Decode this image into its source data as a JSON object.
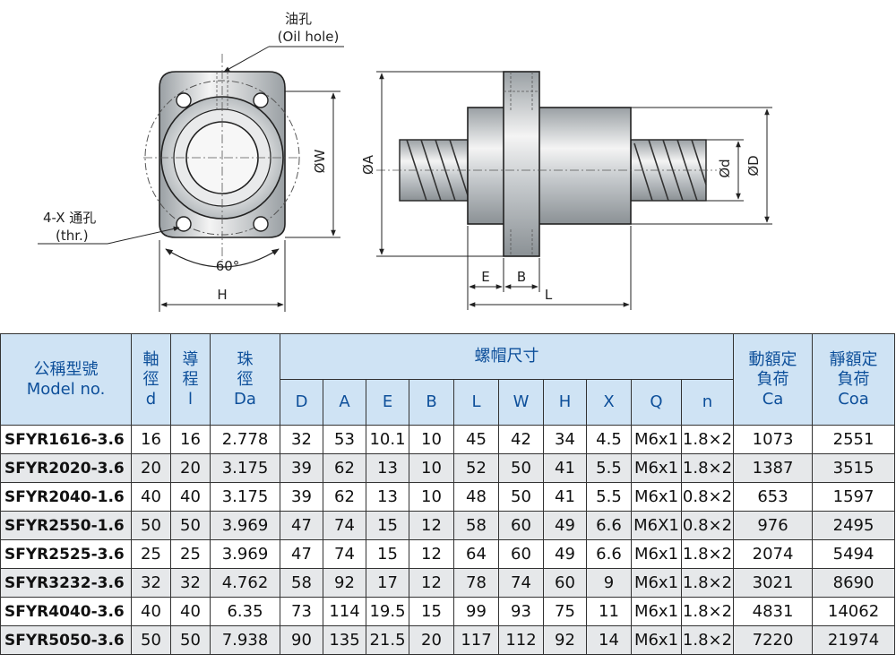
{
  "drawing": {
    "oil_hole_cn": "油孔",
    "oil_hole_en": "(Oil hole)",
    "thr_hole_cn": "4-X 通孔",
    "thr_hole_en": "(thr.)",
    "angle": "60°",
    "dim_W": "ØW",
    "dim_H": "H",
    "dim_A": "ØA",
    "dim_d": "Ød",
    "dim_D": "ØD",
    "dim_E": "E",
    "dim_B": "B",
    "dim_L": "L"
  },
  "table": {
    "header": {
      "model_cn": "公稱型號",
      "model_en": "Model no.",
      "shaft_cn1": "軸",
      "shaft_cn2": "徑",
      "shaft_sym": "d",
      "lead_cn1": "導",
      "lead_cn2": "程",
      "lead_sym": "l",
      "ball_cn1": "珠",
      "ball_cn2": "徑",
      "ball_sym": "Da",
      "nut_dims": "螺帽尺寸",
      "sub_cols": [
        "D",
        "A",
        "E",
        "B",
        "L",
        "W",
        "H",
        "X",
        "Q",
        "n"
      ],
      "dyn_cn1": "動額定",
      "dyn_cn2": "負荷",
      "dyn_sym": "Ca",
      "stat_cn1": "靜額定",
      "stat_cn2": "負荷",
      "stat_sym": "Coa"
    },
    "rows": [
      [
        "SFYR1616-3.6",
        "16",
        "16",
        "2.778",
        "32",
        "53",
        "10.1",
        "10",
        "45",
        "42",
        "34",
        "4.5",
        "M6x1",
        "1.8×2",
        "1073",
        "2551"
      ],
      [
        "SFYR2020-3.6",
        "20",
        "20",
        "3.175",
        "39",
        "62",
        "13",
        "10",
        "52",
        "50",
        "41",
        "5.5",
        "M6x1",
        "1.8×2",
        "1387",
        "3515"
      ],
      [
        "SFYR2040-1.6",
        "40",
        "40",
        "3.175",
        "39",
        "62",
        "13",
        "10",
        "48",
        "50",
        "41",
        "5.5",
        "M6x1",
        "0.8×2",
        "653",
        "1597"
      ],
      [
        "SFYR2550-1.6",
        "50",
        "50",
        "3.969",
        "47",
        "74",
        "15",
        "12",
        "58",
        "60",
        "49",
        "6.6",
        "M6X1",
        "0.8×2",
        "976",
        "2495"
      ],
      [
        "SFYR2525-3.6",
        "25",
        "25",
        "3.969",
        "47",
        "74",
        "15",
        "12",
        "64",
        "60",
        "49",
        "6.6",
        "M6x1",
        "1.8×2",
        "2074",
        "5494"
      ],
      [
        "SFYR3232-3.6",
        "32",
        "32",
        "4.762",
        "58",
        "92",
        "17",
        "12",
        "78",
        "74",
        "60",
        "9",
        "M6x1",
        "1.8×2",
        "3021",
        "8690"
      ],
      [
        "SFYR4040-3.6",
        "40",
        "40",
        "6.35",
        "73",
        "114",
        "19.5",
        "15",
        "99",
        "93",
        "75",
        "11",
        "M6x1",
        "1.8×2",
        "4831",
        "14062"
      ],
      [
        "SFYR5050-3.6",
        "50",
        "50",
        "7.938",
        "90",
        "135",
        "21.5",
        "20",
        "117",
        "112",
        "92",
        "14",
        "M6x1",
        "1.8×2",
        "7220",
        "21974"
      ]
    ]
  }
}
